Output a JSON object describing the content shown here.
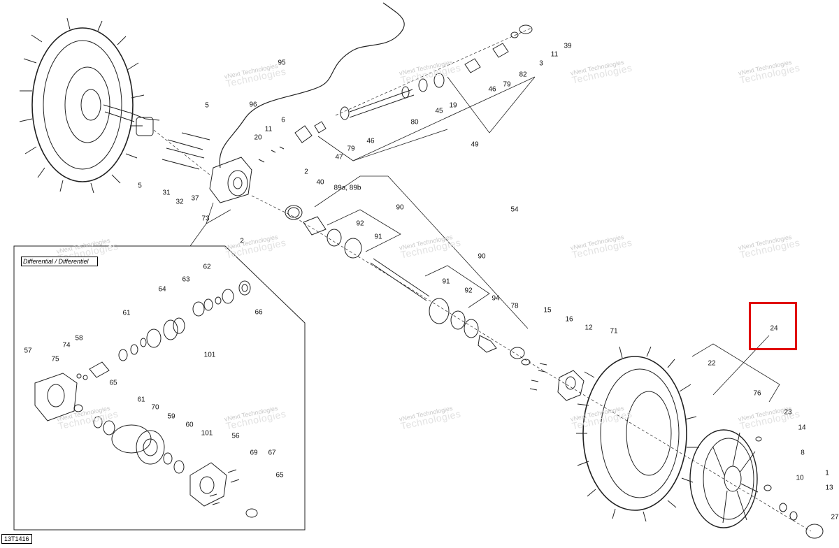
{
  "figure_code": "13T1416",
  "inset_title": "Differential / Differentiel",
  "watermark": {
    "line1": "vNext Technologies",
    "line2": "Technologies"
  },
  "highlight_color": "#e00000",
  "callouts": [
    {
      "id": "39",
      "label": "39"
    },
    {
      "id": "11a",
      "label": "11"
    },
    {
      "id": "3",
      "label": "3"
    },
    {
      "id": "82",
      "label": "82"
    },
    {
      "id": "79a",
      "label": "79"
    },
    {
      "id": "46a",
      "label": "46"
    },
    {
      "id": "19",
      "label": "19"
    },
    {
      "id": "45",
      "label": "45"
    },
    {
      "id": "80",
      "label": "80"
    },
    {
      "id": "95",
      "label": "95"
    },
    {
      "id": "96",
      "label": "96"
    },
    {
      "id": "5a",
      "label": "5"
    },
    {
      "id": "11b",
      "label": "11"
    },
    {
      "id": "6",
      "label": "6"
    },
    {
      "id": "20",
      "label": "20"
    },
    {
      "id": "46b",
      "label": "46"
    },
    {
      "id": "79b",
      "label": "79"
    },
    {
      "id": "47",
      "label": "47"
    },
    {
      "id": "49",
      "label": "49"
    },
    {
      "id": "5b",
      "label": "5"
    },
    {
      "id": "31",
      "label": "31"
    },
    {
      "id": "32",
      "label": "32"
    },
    {
      "id": "37",
      "label": "37"
    },
    {
      "id": "2a",
      "label": "2"
    },
    {
      "id": "40",
      "label": "40"
    },
    {
      "id": "89",
      "label": "89a, 89b"
    },
    {
      "id": "90a",
      "label": "90"
    },
    {
      "id": "54",
      "label": "54"
    },
    {
      "id": "73",
      "label": "73"
    },
    {
      "id": "92a",
      "label": "92"
    },
    {
      "id": "91a",
      "label": "91"
    },
    {
      "id": "2b",
      "label": "2"
    },
    {
      "id": "90b",
      "label": "90"
    },
    {
      "id": "91b",
      "label": "91"
    },
    {
      "id": "92b",
      "label": "92"
    },
    {
      "id": "94",
      "label": "94"
    },
    {
      "id": "78",
      "label": "78"
    },
    {
      "id": "15",
      "label": "15"
    },
    {
      "id": "16",
      "label": "16"
    },
    {
      "id": "12",
      "label": "12"
    },
    {
      "id": "71",
      "label": "71"
    },
    {
      "id": "24",
      "label": "24"
    },
    {
      "id": "22",
      "label": "22"
    },
    {
      "id": "76",
      "label": "76"
    },
    {
      "id": "23",
      "label": "23"
    },
    {
      "id": "14",
      "label": "14"
    },
    {
      "id": "8",
      "label": "8"
    },
    {
      "id": "10",
      "label": "10"
    },
    {
      "id": "1",
      "label": "1"
    },
    {
      "id": "13",
      "label": "13"
    },
    {
      "id": "27",
      "label": "27"
    },
    {
      "id": "62",
      "label": "62"
    },
    {
      "id": "63",
      "label": "63"
    },
    {
      "id": "64",
      "label": "64"
    },
    {
      "id": "66",
      "label": "66"
    },
    {
      "id": "61a",
      "label": "61"
    },
    {
      "id": "101a",
      "label": "101"
    },
    {
      "id": "57",
      "label": "57"
    },
    {
      "id": "74",
      "label": "74"
    },
    {
      "id": "58",
      "label": "58"
    },
    {
      "id": "75",
      "label": "75"
    },
    {
      "id": "65a",
      "label": "65"
    },
    {
      "id": "61b",
      "label": "61"
    },
    {
      "id": "70",
      "label": "70"
    },
    {
      "id": "59",
      "label": "59"
    },
    {
      "id": "60",
      "label": "60"
    },
    {
      "id": "101b",
      "label": "101"
    },
    {
      "id": "56",
      "label": "56"
    },
    {
      "id": "69",
      "label": "69"
    },
    {
      "id": "67",
      "label": "67"
    },
    {
      "id": "65b",
      "label": "65"
    }
  ]
}
